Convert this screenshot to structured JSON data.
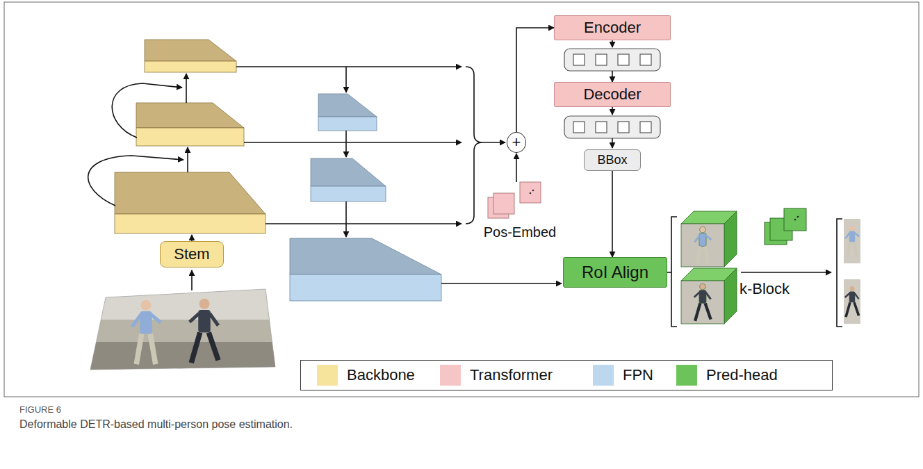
{
  "diagram": {
    "caption": "Deformable DETR-based multi-person pose estimation.",
    "nodes": [
      {
        "text": [
          "Stem"
        ]
      },
      {
        "text": [
          "+"
        ]
      },
      {
        "text": [
          "Encoder"
        ]
      },
      {
        "text": [
          "Decoder"
        ]
      },
      {
        "text": [
          "BBox"
        ]
      },
      {
        "text": [
          "RoI Align"
        ]
      }
    ],
    "edges": [
      {
        "from": 1,
        "to": 2,
        "arrow": "to"
      },
      {
        "from": 4,
        "to": 5,
        "arrow": "to"
      }
    ],
    "labels": [
      "Pos-Embed",
      "k-Block",
      "FIGURE 6"
    ],
    "legend": [
      {
        "text": "Backbone",
        "color": "#f6e39c"
      },
      {
        "text": "Transformer",
        "color": "#f6c6c7"
      },
      {
        "text": "FPN",
        "color": "#bcd7ee"
      },
      {
        "text": "Pred-head",
        "color": "#6cc35a"
      }
    ]
  }
}
